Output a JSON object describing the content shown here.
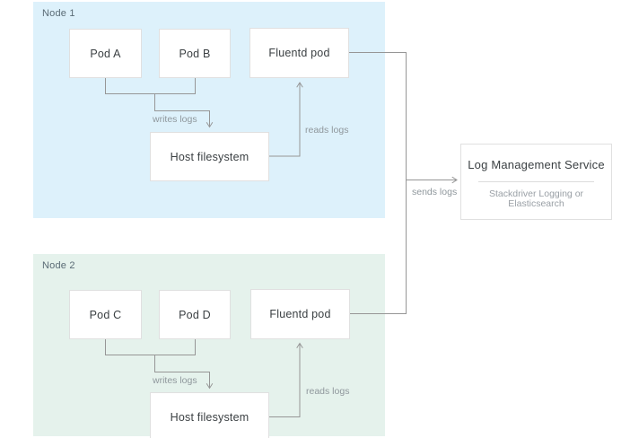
{
  "diagram": {
    "node1": {
      "label": "Node 1",
      "bg_color": "#ddf1fb",
      "pod_a": "Pod A",
      "pod_b": "Pod B",
      "fluentd": "Fluentd pod",
      "host_fs": "Host filesystem",
      "writes_logs": "writes logs",
      "reads_logs": "reads logs"
    },
    "node2": {
      "label": "Node 2",
      "bg_color": "#e5f2ec",
      "pod_c": "Pod C",
      "pod_d": "Pod D",
      "fluentd": "Fluentd pod",
      "host_fs": "Host filesystem",
      "writes_logs": "writes logs",
      "reads_logs": "reads logs"
    },
    "sends_logs": "sends logs",
    "log_service": {
      "title": "Log Management Service",
      "subtitle_line1": "Stackdriver Logging or",
      "subtitle_line2": "Elasticsearch"
    },
    "colors": {
      "edge_line": "#969696",
      "box_border": "#e0e0e0",
      "box_text": "#3b4043",
      "muted_text": "#8f979c",
      "region_label_text": "#5a6b75"
    }
  }
}
